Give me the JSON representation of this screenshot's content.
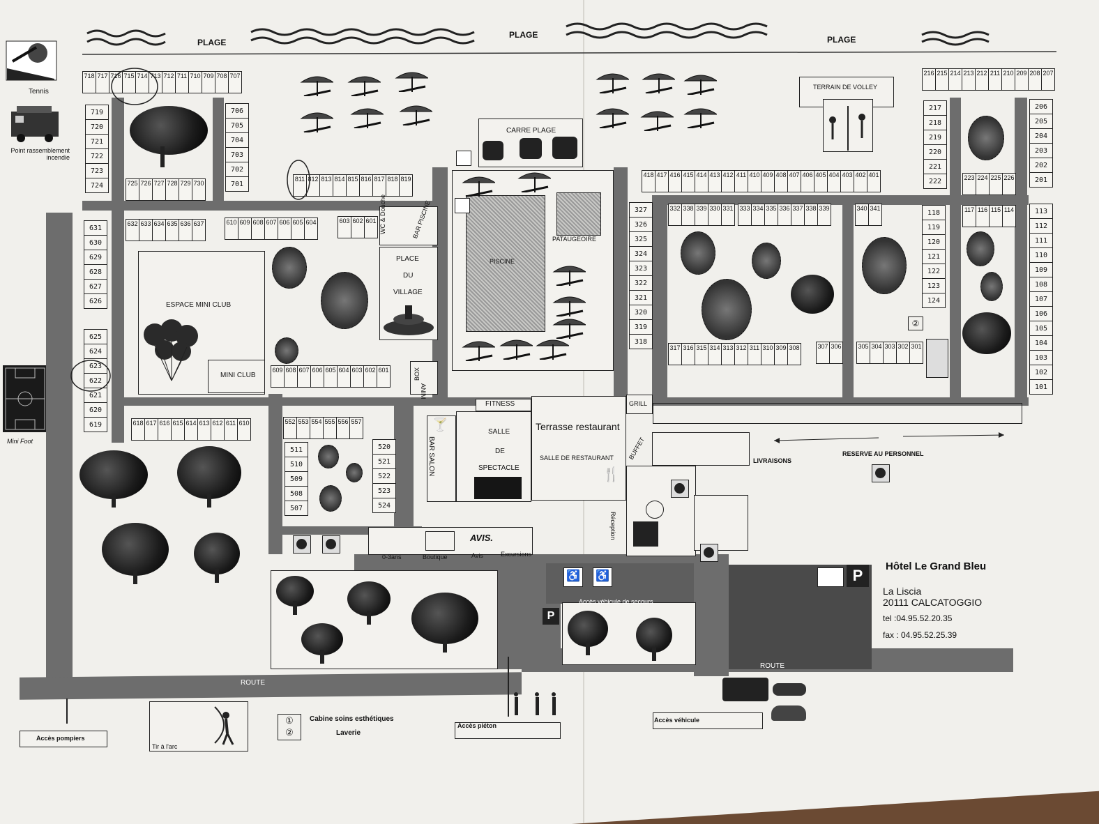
{
  "beach": {
    "labels": [
      "PLAGE",
      "PLAGE",
      "PLAGE"
    ]
  },
  "legend": {
    "tennis": "Tennis",
    "fire_point": "Point rassemblement incendie",
    "mini_foot": "Mini Foot"
  },
  "zones": {
    "terrain_volley": "TERRAIN DE VOLLEY",
    "carre_plage": "CARRE PLAGE",
    "piscine": "PISCINE",
    "pataugeoire": "PATAUGEOIRE",
    "wc_douche": "WC & Douche",
    "bar_piscine": "BAR PISCINE",
    "place_du_village": [
      "PLACE",
      "DU",
      "VILLAGE"
    ],
    "espace_mini_club": "ESPACE MINI CLUB",
    "mini_club": "MINI CLUB",
    "box_anim": [
      "BOX",
      "ANIM"
    ],
    "fitness": "FITNESS",
    "terrasse": "Terrasse restaurant",
    "grill": "GRILL",
    "buffet": "BUFFET",
    "bar_salon": "BAR SALON",
    "salle_spectacle": [
      "SALLE",
      "DE",
      "SPECTACLE"
    ],
    "salle_restaurant": "SALLE DE RESTAURANT",
    "reception": "Réception",
    "livraisons": "LIVRAISONS",
    "reserve": "RESERVE AU PERSONNEL",
    "shops": [
      "0-3ans",
      "Boutique",
      "Avis",
      "Excursions"
    ],
    "avis_logo": "AVIS.",
    "acces_secours": "Accès véhicule de secours",
    "route": "ROUTE",
    "acces_pompiers": "Accès pompiers",
    "tir_arc": "Tir à l'arc",
    "cabine": "Cabine soins esthétiques",
    "laverie": "Laverie",
    "acces_pieton": "Accès piéton",
    "acces_vehicule": "Accès véhicule",
    "pool_badges": [
      "①",
      "②"
    ]
  },
  "hotel": {
    "name": "Hôtel Le Grand Bleu",
    "place": "La Liscia",
    "city": "20111 CALCATOGGIO",
    "tel": "tel :04.95.52.20.35",
    "fax": "fax : 04.95.52.25.39"
  },
  "rooms": {
    "r700_top": [
      "718",
      "717",
      "716",
      "715",
      "714",
      "713",
      "712",
      "711",
      "710",
      "709",
      "708",
      "707"
    ],
    "r700_left": [
      "719",
      "720",
      "721",
      "722",
      "723",
      "724"
    ],
    "r700_right": [
      "706",
      "705",
      "704",
      "703",
      "702",
      "701"
    ],
    "r700_bottom": [
      "725",
      "726",
      "727",
      "728",
      "729",
      "730"
    ],
    "r800": [
      "811",
      "812",
      "813",
      "814",
      "815",
      "816",
      "817",
      "818",
      "819"
    ],
    "r600_left_top": [
      "631",
      "630",
      "629",
      "628",
      "627",
      "626"
    ],
    "r600_left_bottom": [
      "625",
      "624",
      "623",
      "622",
      "621",
      "620",
      "619"
    ],
    "r600_top_a": [
      "632",
      "633",
      "634",
      "635",
      "636",
      "637"
    ],
    "r600_top_b": [
      "610",
      "609",
      "608",
      "607",
      "606",
      "605",
      "604"
    ],
    "r600_top_c": [
      "603",
      "602",
      "601"
    ],
    "r600_mid": [
      "609",
      "608",
      "607",
      "606",
      "605",
      "604",
      "603",
      "602",
      "601"
    ],
    "r600_bottom": [
      "618",
      "617",
      "616",
      "615",
      "614",
      "613",
      "612",
      "611",
      "610"
    ],
    "r500_top": [
      "552",
      "553",
      "554",
      "555",
      "556",
      "557"
    ],
    "r500_left": [
      "511",
      "510",
      "509",
      "508",
      "507"
    ],
    "r500_right": [
      "520",
      "521",
      "522",
      "523",
      "524"
    ],
    "r400": [
      "418",
      "417",
      "416",
      "415",
      "414",
      "413",
      "412",
      "411",
      "410",
      "409",
      "408",
      "407",
      "406",
      "405",
      "404",
      "403",
      "402",
      "401"
    ],
    "r300_left": [
      "327",
      "326",
      "325",
      "324",
      "323",
      "322",
      "321",
      "320",
      "319",
      "318"
    ],
    "r300_top_a": [
      "332",
      "338",
      "339",
      "330",
      "331"
    ],
    "r300_top_b": [
      "333",
      "334",
      "335",
      "336",
      "337",
      "338",
      "339"
    ],
    "r300_top_c": [
      "340",
      "341"
    ],
    "r300_bottom_a": [
      "317",
      "316",
      "315",
      "314",
      "313",
      "312",
      "311",
      "310",
      "309",
      "308"
    ],
    "r300_bottom_b": [
      "307",
      "306"
    ],
    "r300_bottom_c": [
      "305",
      "304",
      "303",
      "302",
      "301"
    ],
    "r200_top": [
      "216",
      "215",
      "214",
      "213",
      "212",
      "211",
      "210",
      "209",
      "208",
      "207"
    ],
    "r200_left": [
      "217",
      "218",
      "219",
      "220",
      "221",
      "222"
    ],
    "r200_right": [
      "206",
      "205",
      "204",
      "203",
      "202",
      "201"
    ],
    "r200_bottom": [
      "223",
      "224",
      "225",
      "226"
    ],
    "r100_left": [
      "118",
      "119",
      "120",
      "121",
      "122",
      "123",
      "124"
    ],
    "r100_top": [
      "117",
      "116",
      "115",
      "114"
    ],
    "r100_right": [
      "113",
      "112",
      "111",
      "110",
      "109",
      "108",
      "107",
      "106",
      "105",
      "104",
      "103",
      "102",
      "101"
    ]
  },
  "icons": [
    "tennis-icon",
    "fire-truck-icon",
    "football-field-icon",
    "beach-umbrella-icon",
    "armchair-icon",
    "fountain-icon",
    "balloons-icon",
    "cocktail-icon",
    "fork-knife-icon",
    "wheelchair-icon",
    "parking-icon",
    "bus-icon",
    "car-icon",
    "archer-icon",
    "pedestrian-icon",
    "phone-icon"
  ]
}
